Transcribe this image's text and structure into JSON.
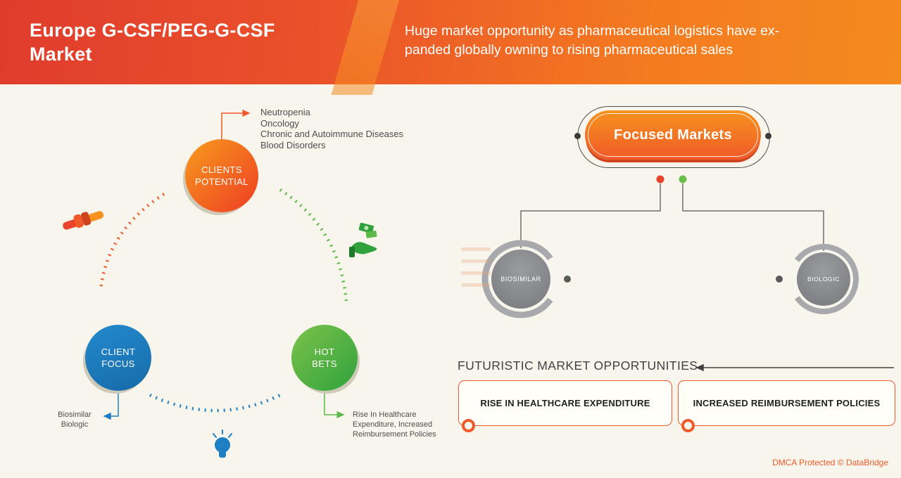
{
  "header": {
    "title_line1": "Europe G-CSF/PEG-G-CSF",
    "title_line2": "Market",
    "subtitle_line1": "Huge market opportunity as pharmaceutical logistics have ex-",
    "subtitle_line2": "panded globally owning to rising pharmaceutical sales"
  },
  "diagram": {
    "clients_potential": {
      "label_line1": "CLIENTS",
      "label_line2": "POTENTIAL",
      "items": [
        "Neutropenia",
        "Oncology",
        "Chronic and Autoimmune Diseases",
        "Blood Disorders"
      ]
    },
    "client_focus": {
      "label_line1": "CLIENT",
      "label_line2": "FOCUS",
      "items": [
        "Biosimilar",
        "Biologic"
      ]
    },
    "hot_bets": {
      "label_line1": "HOT",
      "label_line2": "BETS",
      "note": "Rise In Healthcare Expenditure, Increased Reimbursement Policies"
    },
    "icons": [
      "handshake-icon",
      "money-hand-icon",
      "light-bulb-icon"
    ]
  },
  "focused_markets": {
    "label": "Focused Markets",
    "nodes": [
      {
        "label": "BIOSIMILAR"
      },
      {
        "label": "BIOLOGIC"
      }
    ]
  },
  "opportunities": {
    "heading": "FUTURISTIC MARKET OPPORTUNITIES",
    "boxes": [
      {
        "label": "RISE IN HEALTHCARE EXPENDITURE"
      },
      {
        "label": "INCREASED REIMBURSEMENT POLICIES"
      }
    ]
  },
  "footer": {
    "dmca": "DMCA Protected © DataBridge"
  },
  "colors": {
    "accent_orange": "#f05a28",
    "accent_red": "#e8432c",
    "accent_blue": "#1e7fc2",
    "accent_green": "#5bba47",
    "node_gray": "#87898c",
    "background_cream": "#f8f5ec"
  }
}
